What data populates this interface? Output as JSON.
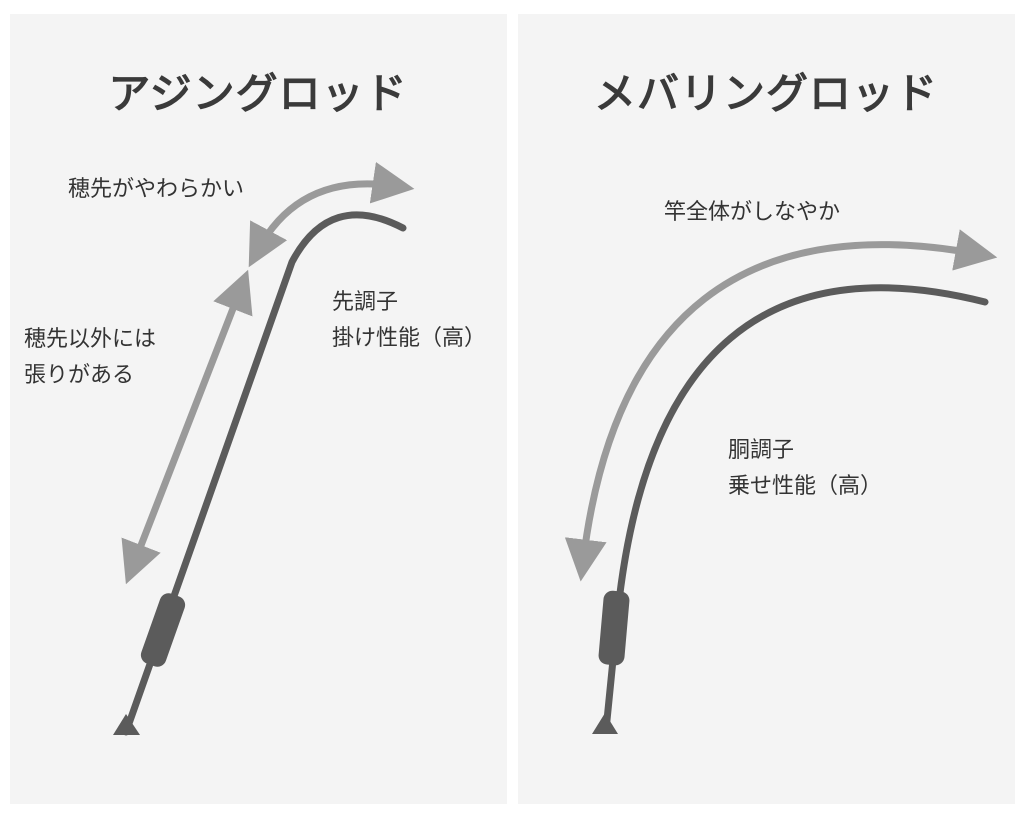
{
  "panels": {
    "left": {
      "title": "アジングロッド",
      "tip_label": "穂先がやわらかい",
      "body_label": [
        "穂先以外には",
        "張りがある"
      ],
      "action_label": [
        "先調子",
        "掛け性能（高）"
      ]
    },
    "right": {
      "title": "メバリングロッド",
      "flex_label": "竿全体がしなやか",
      "action_label": [
        "胴調子",
        "乗せ性能（高）"
      ]
    }
  },
  "colors": {
    "panel_background": "#f4f4f4",
    "rod": "#5b5b5b",
    "arrow": "#9a9a9a",
    "text": "#333333",
    "title": "#3a3a3a"
  }
}
